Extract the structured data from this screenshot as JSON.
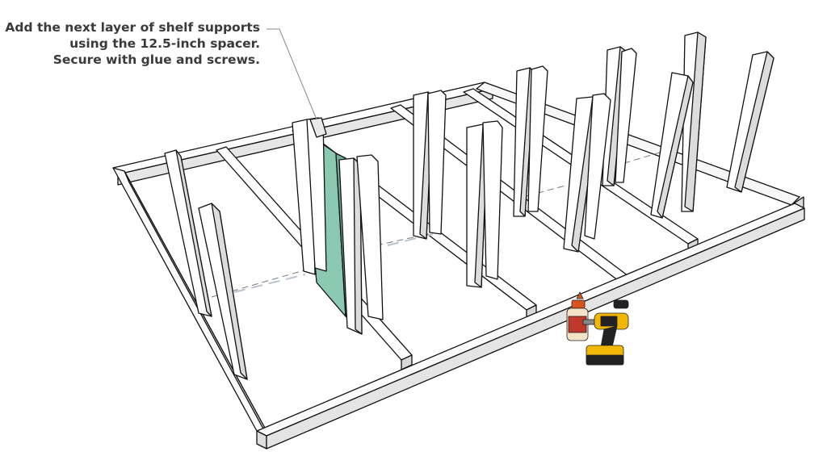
{
  "callout": {
    "lines": [
      "Add the next layer of shelf supports",
      "using the 12.5-inch spacer.",
      "Secure with glue and screws."
    ]
  },
  "colors": {
    "wood": "#ffffff",
    "wood_shade": "#e3e3e3",
    "wood_dark": "#cfcfcf",
    "outline": "#111111",
    "spacer": "#8cc9b2",
    "drill_yellow": "#f2b705",
    "drill_black": "#222222",
    "glue_cap": "#d9531e"
  },
  "icons": [
    "glue-bottle-icon",
    "cordless-drill-icon"
  ]
}
